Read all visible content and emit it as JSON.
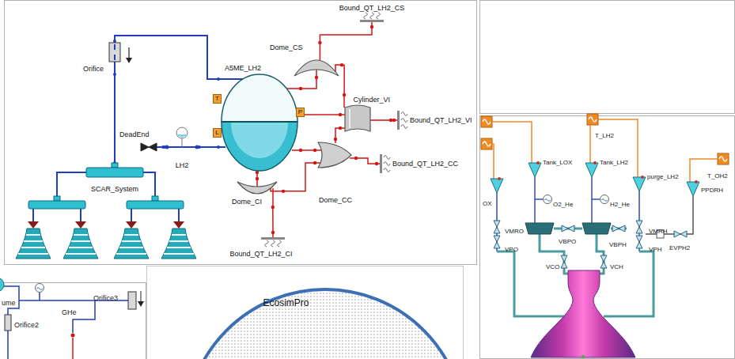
{
  "diagram": {
    "nodes": [
      {
        "text": [
          "Orifice"
        ]
      },
      {
        "text": [
          "SCAR_System"
        ]
      },
      {
        "text": [
          "DeadEnd"
        ]
      },
      {
        "text": [
          "LH2"
        ]
      },
      {
        "text": [
          "A5ME_LH2"
        ]
      },
      {
        "text": [
          "Bound_QT_LH2_CS"
        ]
      },
      {
        "text": [
          "Dome_CS"
        ]
      },
      {
        "text": [
          "Cylinder_VI"
        ]
      },
      {
        "text": [
          "Bound_QT_LH2_VI"
        ]
      },
      {
        "text": [
          "Dome_CC"
        ]
      },
      {
        "text": [
          "Bound_QT_LH2_CC"
        ]
      },
      {
        "text": [
          "Dome_CI"
        ]
      },
      {
        "text": [
          "Bound_QT_LH2_CI"
        ]
      },
      {
        "text": [
          "EcosimPro"
        ]
      }
    ],
    "edges": [
      {
        "from": 4,
        "to": 0,
        "arrow": "none"
      },
      {
        "from": 0,
        "to": 1,
        "arrow": "none"
      },
      {
        "from": 2,
        "to": 3,
        "arrow": "none"
      },
      {
        "from": 3,
        "to": 4,
        "arrow": "none"
      },
      {
        "from": 4,
        "to": 6,
        "arrow": "none"
      },
      {
        "from": 6,
        "to": 5,
        "arrow": "none"
      },
      {
        "from": 6,
        "to": 7,
        "arrow": "none"
      },
      {
        "from": 4,
        "to": 7,
        "arrow": "none"
      },
      {
        "from": 7,
        "to": 8,
        "arrow": "none"
      },
      {
        "from": 4,
        "to": 9,
        "arrow": "none"
      },
      {
        "from": 7,
        "to": 9,
        "arrow": "none"
      },
      {
        "from": 9,
        "to": 10,
        "arrow": "none"
      },
      {
        "from": 4,
        "to": 11,
        "arrow": "none"
      },
      {
        "from": 11,
        "to": 9,
        "arrow": "none"
      },
      {
        "from": 11,
        "to": 12,
        "arrow": "none"
      }
    ],
    "labels": [
      "T",
      "P",
      "L",
      "Tank_LOX",
      "Tank_LH2",
      "purge_LH2",
      "PPDRH",
      "T_LH2",
      "T_OH2",
      "OX",
      "O2_He",
      "H2_He",
      "VMRO",
      "VPO",
      "VBPO",
      "VBPH",
      "VMRH",
      "VPH",
      "VCO",
      "VCH",
      "EVPH2",
      "ume",
      "GHe",
      "Orifice3",
      "Orifice2"
    ]
  }
}
